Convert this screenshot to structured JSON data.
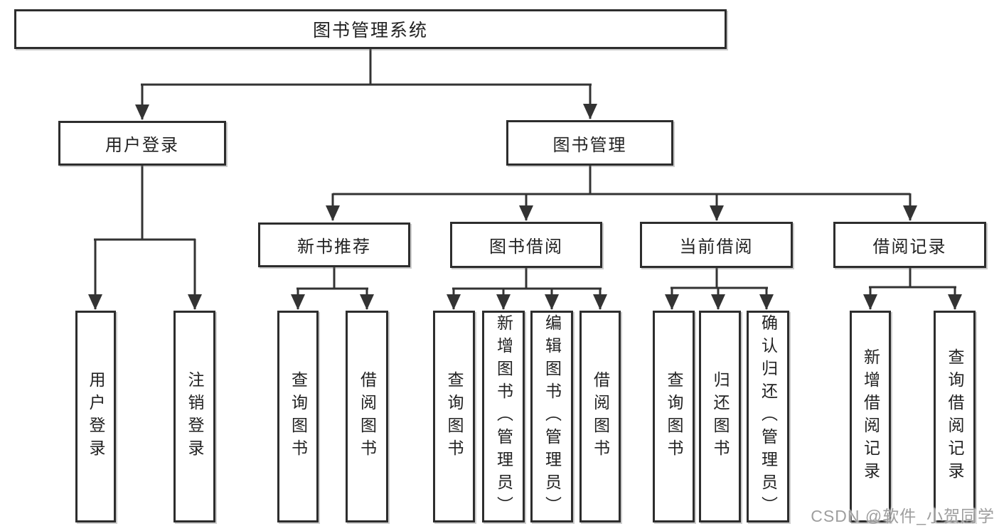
{
  "diagram": {
    "title": "图书管理系统",
    "branches": {
      "user_login": {
        "label": "用户登录",
        "children": [
          "用户登录",
          "注销登录"
        ]
      },
      "book_mgmt": {
        "label": "图书管理",
        "groups": [
          {
            "label": "新书推荐",
            "children": [
              "查询图书",
              "借阅图书"
            ]
          },
          {
            "label": "图书借阅",
            "children": [
              "查询图书",
              "新增图书（管理员）",
              "编辑图书（管理员）",
              "借阅图书"
            ]
          },
          {
            "label": "当前借阅",
            "children": [
              "查询图书",
              "归还图书",
              "确认归还（管理员）"
            ]
          },
          {
            "label": "借阅记录",
            "children": [
              "新增借阅记录",
              "查询借阅记录"
            ]
          }
        ]
      }
    }
  },
  "watermark": "CSDN @软件_小贺同学",
  "colors": {
    "line": "#333333",
    "box_border": "#2d2d2d",
    "text": "#222222",
    "watermark": "#9e9e9e",
    "background": "#ffffff"
  }
}
